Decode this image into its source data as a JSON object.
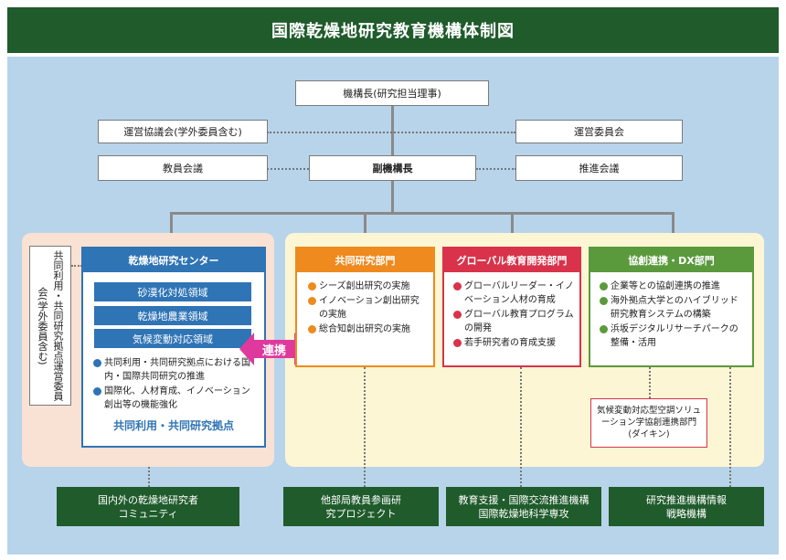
{
  "title": "国際乾燥地研究教育機構体制図",
  "top": {
    "director": "機構長(研究担当理事)",
    "deputy": "副機構長",
    "left_upper": "運営協議会(学外委員含む)",
    "left_lower": "教員会議",
    "right_upper": "運営委員会",
    "right_lower": "推進会議"
  },
  "center": {
    "title": "乾燥地研究センター",
    "side_committee": "共同利用・共同研究拠点運営委員会(学外委員含む)",
    "areas": [
      "砂漠化対処領域",
      "乾燥地農業領域",
      "気候変動対応領域"
    ],
    "items": [
      "共同利用・共同研究拠点における国内・国際共同研究の推進",
      "国際化、人材育成、イノベーション創出等の機能強化"
    ],
    "footer": "共同利用・共同研究拠点",
    "color": "#2f74b5"
  },
  "link_label": "連携",
  "link_color": "#e0399e",
  "depts": [
    {
      "title": "共同研究部門",
      "color": "#ee8a1e",
      "items": [
        "シーズ創出研究の実施",
        "イノベーション創出研究の実施",
        "総合知創出研究の実施"
      ]
    },
    {
      "title": "グローバル教育開発部門",
      "color": "#d8334a",
      "items": [
        "グローバルリーダー・イノベーション人材の育成",
        "グローバル教育プログラムの開発",
        "若手研究者の育成支援"
      ]
    },
    {
      "title": "協創連携・DX部門",
      "color": "#5a9a3c",
      "items": [
        "企業等との協創連携の推進",
        "海外拠点大学とのハイブリッド研究教育システムの構築",
        "浜坂デジタルリサーチパークの整備・活用"
      ]
    }
  ],
  "daikin_box": "気候変動対応型空調ソリューション学協創連携部門(ダイキン)",
  "bottom": [
    "国内外の乾燥地研究者コミュニティ",
    "他部局教員参画研究プロジェクト",
    "教育支援・国際交流推進機構国際乾燥地科学専攻",
    "研究推進機構情報戦略機構"
  ]
}
